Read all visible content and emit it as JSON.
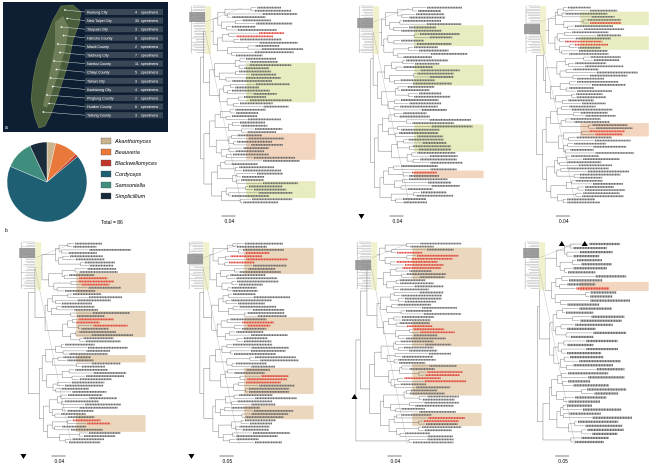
{
  "panel_letters": [
    "a",
    "b"
  ],
  "map": {
    "sites": [
      {
        "name": "Keelung City",
        "count": "4"
      },
      {
        "name": "New Taipei City",
        "count": "30"
      },
      {
        "name": "Taoyuan City",
        "count": "3"
      },
      {
        "name": "Hsinchu County",
        "count": "6"
      },
      {
        "name": "Miaoli County",
        "count": "2"
      },
      {
        "name": "Taichung City",
        "count": "7"
      },
      {
        "name": "Nantou County",
        "count": "11"
      },
      {
        "name": "Chiayi County",
        "count": "5"
      },
      {
        "name": "Tainan City",
        "count": "3"
      },
      {
        "name": "Kaohsiung City",
        "count": "4"
      },
      {
        "name": "Pingtung County",
        "count": "2"
      },
      {
        "name": "Hualien County",
        "count": "6"
      },
      {
        "name": "Taitung County",
        "count": "3"
      }
    ],
    "count_suffix": "specimens"
  },
  "legend": {
    "items": [
      {
        "label": "Akanthomyces",
        "color": "#c9b48f"
      },
      {
        "label": "Beauveria",
        "color": "#e8793a"
      },
      {
        "label": "Blackwellomyces",
        "color": "#c0392b"
      },
      {
        "label": "Cordyceps",
        "color": "#1f5f73"
      },
      {
        "label": "Samsoniella",
        "color": "#3f8d7d"
      },
      {
        "label": "Simplicillium",
        "color": "#1a2b3c"
      }
    ],
    "total": "Total = 86"
  },
  "chart_data": {
    "type": "pie",
    "categories": [
      "Akanthomyces",
      "Beauveria",
      "Blackwellomyces",
      "Cordyceps",
      "Samsoniella",
      "Simplicillium"
    ],
    "values": [
      3,
      8,
      1,
      58,
      10,
      6
    ],
    "colors": [
      "#c9b48f",
      "#e8793a",
      "#c0392b",
      "#1f5f73",
      "#3f8d7d",
      "#1a2b3c"
    ]
  },
  "trees": [
    {
      "scale": "0.04"
    },
    {
      "scale": "0.04"
    },
    {
      "scale": "0.04"
    },
    {
      "scale": "0.04"
    },
    {
      "scale": "0.05"
    },
    {
      "scale": "0.04"
    },
    {
      "scale": "0.05"
    }
  ]
}
